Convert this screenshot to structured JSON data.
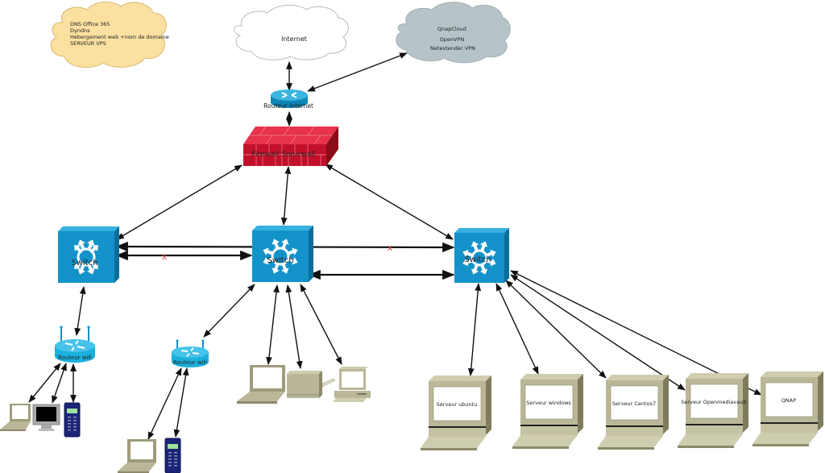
{
  "clouds": {
    "services": {
      "lines": [
        "DNS Office 365",
        "Dyndns",
        "Hebergement web +nom de domaine",
        "SERVEUR VPS"
      ],
      "color": "#fbe0a0"
    },
    "internet": {
      "label": "Internet",
      "color": "#ffffff"
    },
    "vpn": {
      "lines": [
        "QnapCloud",
        "OpenVPN",
        "Netextender VPN"
      ],
      "color": "#b6c4c7"
    }
  },
  "router_internet": {
    "label": "Routeur Internet"
  },
  "firewall": {
    "label": "Firewall Sonicwall",
    "color": "#c3102a"
  },
  "switches": [
    {
      "label": "Switch"
    },
    {
      "label": "Switch"
    },
    {
      "label": "Switch"
    }
  ],
  "wifi_routers": [
    {
      "label": "Routeur wifi"
    },
    {
      "label": "Routeur wifi"
    }
  ],
  "broken_link_marker": "x",
  "servers": [
    {
      "label": "Serveur ubuntu"
    },
    {
      "label": "Serveur windows"
    },
    {
      "label": "Serveur Centos7"
    },
    {
      "label": "Serveur Openmediavault"
    },
    {
      "label": "QNAP"
    }
  ],
  "colors": {
    "switch": "#1393c9",
    "device": "#b9b797",
    "phone": "#1c2479",
    "link": "#111111",
    "broken": "#e8453c"
  }
}
